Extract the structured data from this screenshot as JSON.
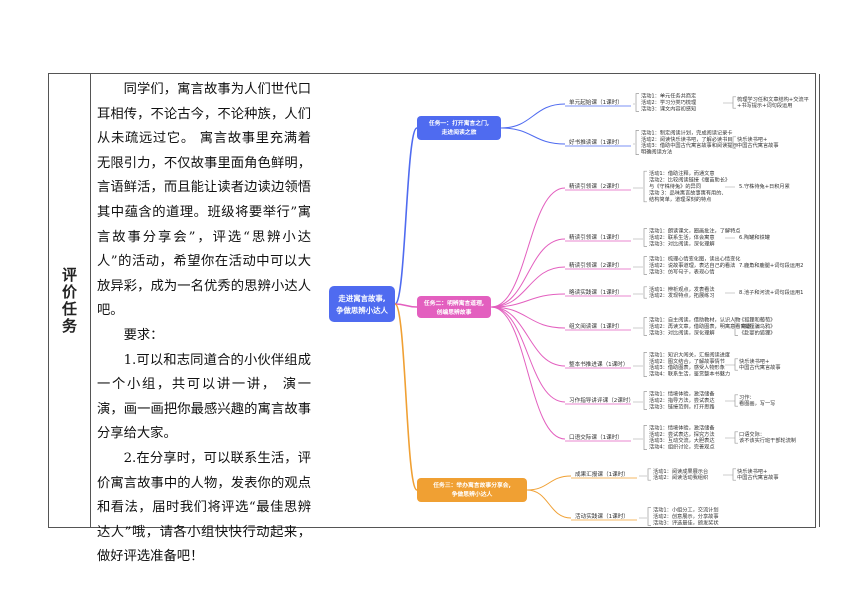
{
  "row_label": "评价任务",
  "paragraphs": [
    "同学们，寓言故事为人们世代口耳相传，不论古今，不论种族，人们从未疏远过它。  寓言故事里充满着无限引力，不仅故事里面角色鲜明，言语鲜活，而且能让读者边读边领悟其中蕴含的道理。班级将要举行”寓言故事分享会”，评选“思辨小达人”的活动，希望你在活动中可以大放异彩，成为一名优秀的思辨小达人吧。",
    "要求：",
    "1.可以和志同道合的小伙伴组成一个小组，共可以讲一讲，  演一演，画一画把你最感兴趣的寓言故事分享给大家。",
    "2.在分享时，可以联系生活，评价寓言故事中的人物，发表你的观点和看法，届时我们将评选“最佳思辨达人”哦，请各小组快快行动起来，做好评选准备吧！"
  ],
  "mindmap": {
    "center": [
      "走进寓言故事,",
      "争做思辨小达人"
    ],
    "colors": {
      "center": "#4f6bf0",
      "task1": "#4f6bf0",
      "task2": "#e35fbf",
      "task3": "#f0a033"
    },
    "task1": {
      "title": [
        "任务一：打开寓言之门,",
        "走进阅读之旅"
      ],
      "nodes": [
        {
          "label": "单元起始课（1课时）",
          "acts": [
            "活动1：单元任务共商定",
            "活动2：学习分类巧梳理",
            "活动3：课文内容初感知"
          ],
          "out": [
            "梳理学习任和文章结构+交流平台",
            "+书写提示+词句段运用"
          ]
        },
        {
          "label": "好书推读课（1课时）",
          "acts": [
            "活动1：制定阅读计划，完成阅读记录卡",
            "活动2：阅读快乐读书吧，了解必读书目",
            "活动3：借助中国古代寓言故事和阅读提示",
            "           明确阅读方法"
          ],
          "out": [
            "快乐读书吧+",
            "中国古代寓言故事"
          ]
        }
      ]
    },
    "task2": {
      "title": [
        "任务二：明辨寓言道理,",
        "创编思辨故事"
      ],
      "nodes": [
        {
          "label": "精读引领课（2课时）",
          "acts": [
            "活动1：借助注释，而通文意",
            "活动2：比较阅读链接《揠苗助长》",
            "           与《守株待兔》的异同",
            "活动 3：品味寓言故事寓有用的、",
            "           结构简单，道理深刻的特点"
          ],
          "out": [
            "5.守株待兔+日积月累"
          ]
        },
        {
          "label": "精读引领课（1课时）",
          "acts": [
            "活动1：朗读课文，圈画批注，了解特点",
            "活动2：联系生活，体会寓意",
            "活动3：对比阅读，深化理解"
          ],
          "out": [
            "6.陶罐和铁罐"
          ]
        },
        {
          "label": "精读引领课（2课时）",
          "acts": [
            "活动1：梳理心情变化图，读出心情变化",
            "活动2：说故事道理，表达自己的看法",
            "活动3：仿写句子，表现心情"
          ],
          "out": [
            "7.鹿角和鹿腿+词句段运用2"
          ]
        },
        {
          "label": "略读实践课（1课时）",
          "acts": [
            "活动1：辨析观点，发表看法",
            "活动2：发现特点，拓展练习"
          ],
          "out": [
            "8.池子和河流+词句段运用1"
          ]
        },
        {
          "label": "组文阅读课（1课时）",
          "acts": [
            "活动1：自主阅读，借助教材，认识人物",
            "活动2：再读文章，借助图表，明寓意看寓道",
            "活动3：对比阅读，深化理解"
          ],
          "out": [
            "《狐狸和葡萄》",
            "《狐狸骗乌鸦》",
            "《赴宴的狐狸》"
          ]
        },
        {
          "label": "整本书推进课（1课时）",
          "acts": [
            "活动1：知识大闯关，汇报阅读进度",
            "活动2：图文结合，了解故事情节",
            "活动3：借助图表，感受人物形象",
            "活动4：联系生活，鉴赏整本书魅力"
          ],
          "out": [
            "快乐读书吧+",
            "中国古代寓言故事"
          ]
        },
        {
          "label": "习作指导讲评课（2课时）",
          "acts": [
            "活动1：情境体验，激活储备",
            "活动2：指导方法，尝试表达",
            "活动3：链接范例，打开思路"
          ],
          "out": [
            "习作：",
            "看图画，写一写"
          ]
        },
        {
          "label": "口语交际课（1课时）",
          "acts": [
            "活动1：情境体验，激活储备",
            "活动2：尝试表达，探究方法",
            "活动3：互动交流，大胆表达",
            "活动4：组织讨论，完善观点"
          ],
          "out": [
            "口语交际：",
            "该不该实行班干部轮流制"
          ]
        }
      ]
    },
    "task3": {
      "title": [
        "任务三：举办寓言故事分享会,",
        "争做思辨小达人"
      ],
      "nodes": [
        {
          "label": "成果汇报课（1课时）",
          "acts": [
            "活动1：阅读成果展示台",
            "活动2：阅读活动我组织"
          ],
          "out": [
            "快乐读书吧+",
            "中国古代寓言故事"
          ]
        },
        {
          "label": "活动实践课（1课时）",
          "acts": [
            "活动1：小组分工，交流计划",
            "活动2：创意展示，分享故事",
            "活动3：评选最佳，颁发奖状"
          ],
          "out": []
        }
      ]
    }
  }
}
